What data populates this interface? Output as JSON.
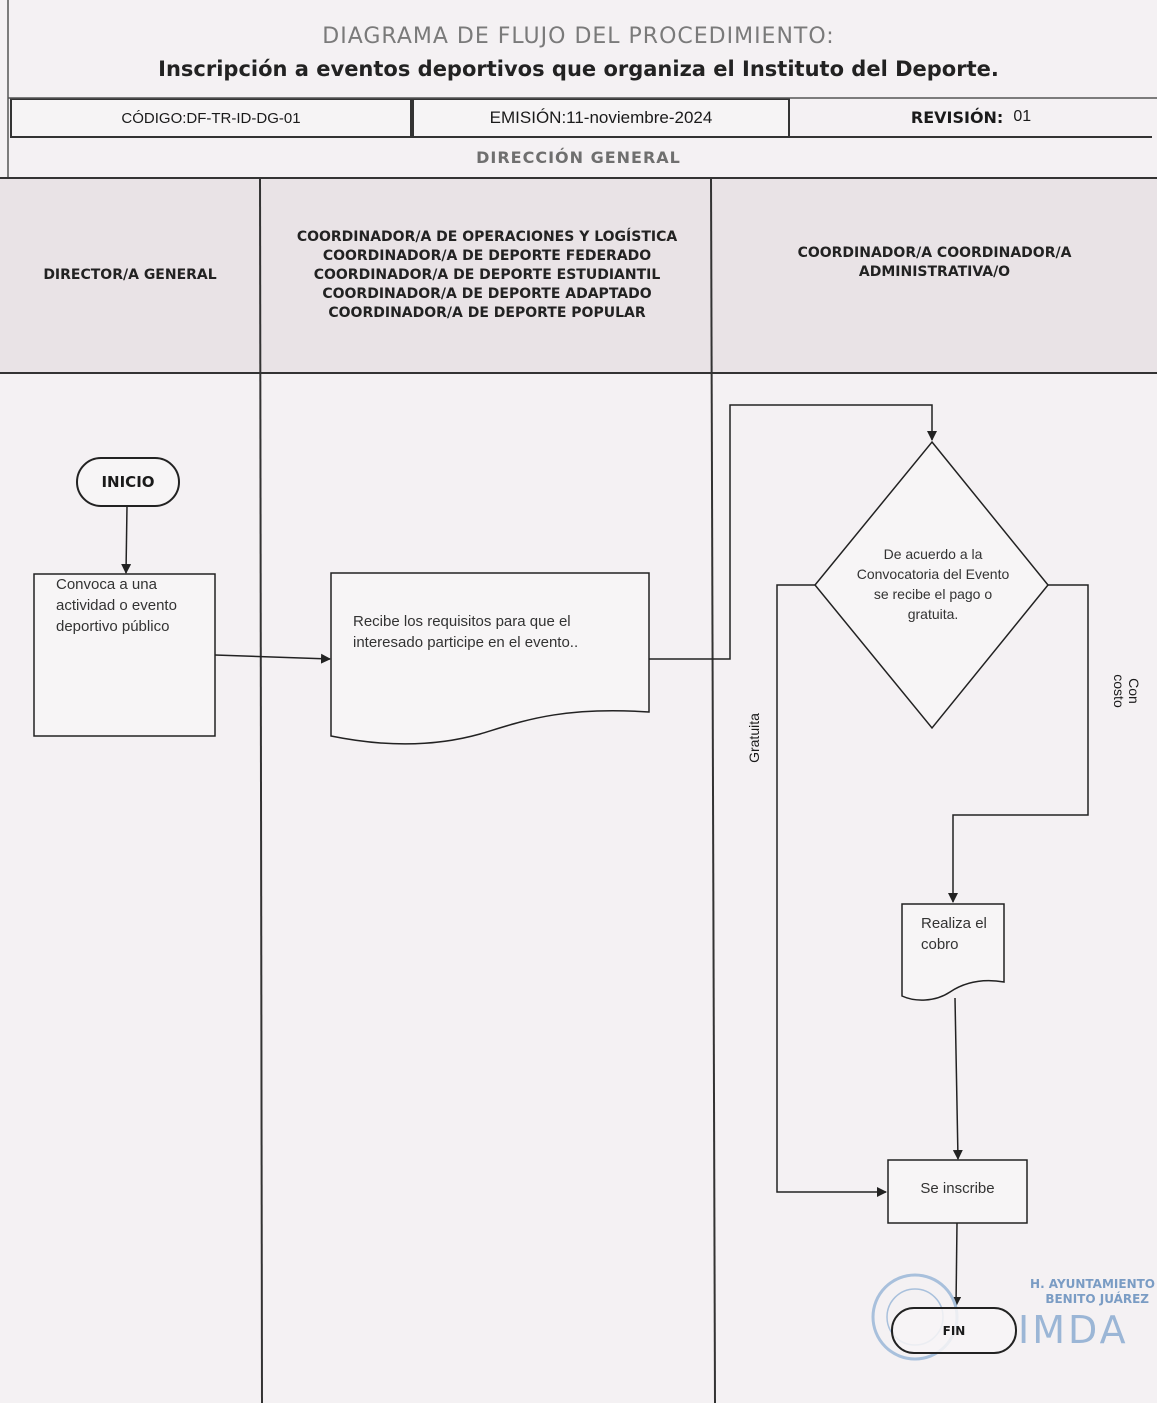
{
  "header": {
    "title_line1": "DIAGRAMA DE FLUJO DEL PROCEDIMIENTO:",
    "title_line2": "Inscripción a eventos deportivos que organiza el Instituto del Deporte.",
    "codigo": "CÓDIGO:DF-TR-ID-DG-01",
    "emision": "EMISIÓN:11-noviembre-2024",
    "revision_label": "REVISIÓN:",
    "revision_value": "01",
    "area": "DIRECCIÓN GENERAL"
  },
  "lanes": [
    {
      "title": "DIRECTOR/A GENERAL"
    },
    {
      "title": "COORDINADOR/A DE OPERACIONES Y LOGÍSTICA COORDINADOR/A DE DEPORTE FEDERADO COORDINADOR/A DE DEPORTE ESTUDIANTIL COORDINADOR/A DE DEPORTE ADAPTADO COORDINADOR/A DE DEPORTE POPULAR"
    },
    {
      "title": "COORDINADOR/A COORDINADOR/A ADMINISTRATIVA/O"
    }
  ],
  "nodes": {
    "inicio": "INICIO",
    "convoca": "Convoca a una actividad o evento deportivo público",
    "recibe": "Recibe los requisitos para que el interesado participe en el evento..",
    "decision": "De acuerdo a la Convocatoria del Evento se recibe el pago o gratuita.",
    "cobro": "Realiza el cobro",
    "inscribe": "Se inscribe",
    "fin": "FIN"
  },
  "edge_labels": {
    "gratuita": "Gratuita",
    "con_costo": "Con costo"
  },
  "logo": {
    "line1": "H. AYUNTAMIENTO",
    "line2": "BENITO JUÁREZ",
    "mark": "IMDA"
  },
  "colors": {
    "background": "#f4f1f3",
    "lane_header_bg": "#e9e3e6",
    "line": "#222222",
    "logo": "#7a9cc4"
  }
}
